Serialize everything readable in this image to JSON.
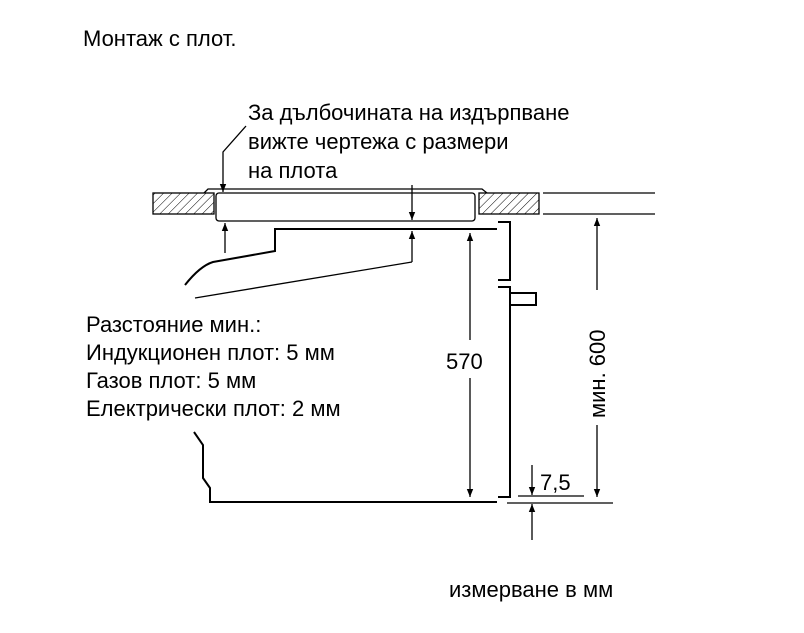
{
  "title": "Монтаж с плот.",
  "callout_depth": [
    "За дълбочината на издърпване",
    "вижте чертежа с размери",
    "на плота"
  ],
  "distance_note": [
    "Разстояние мин.:",
    "Индукционен плот: 5 мм",
    "Газов плот: 5 мм",
    "Електрически плот: 2 мм"
  ],
  "dimensions": {
    "oven_height": "570",
    "min_niche": "мин. 600",
    "offset": "7,5"
  },
  "units_note": "измерване в мм"
}
